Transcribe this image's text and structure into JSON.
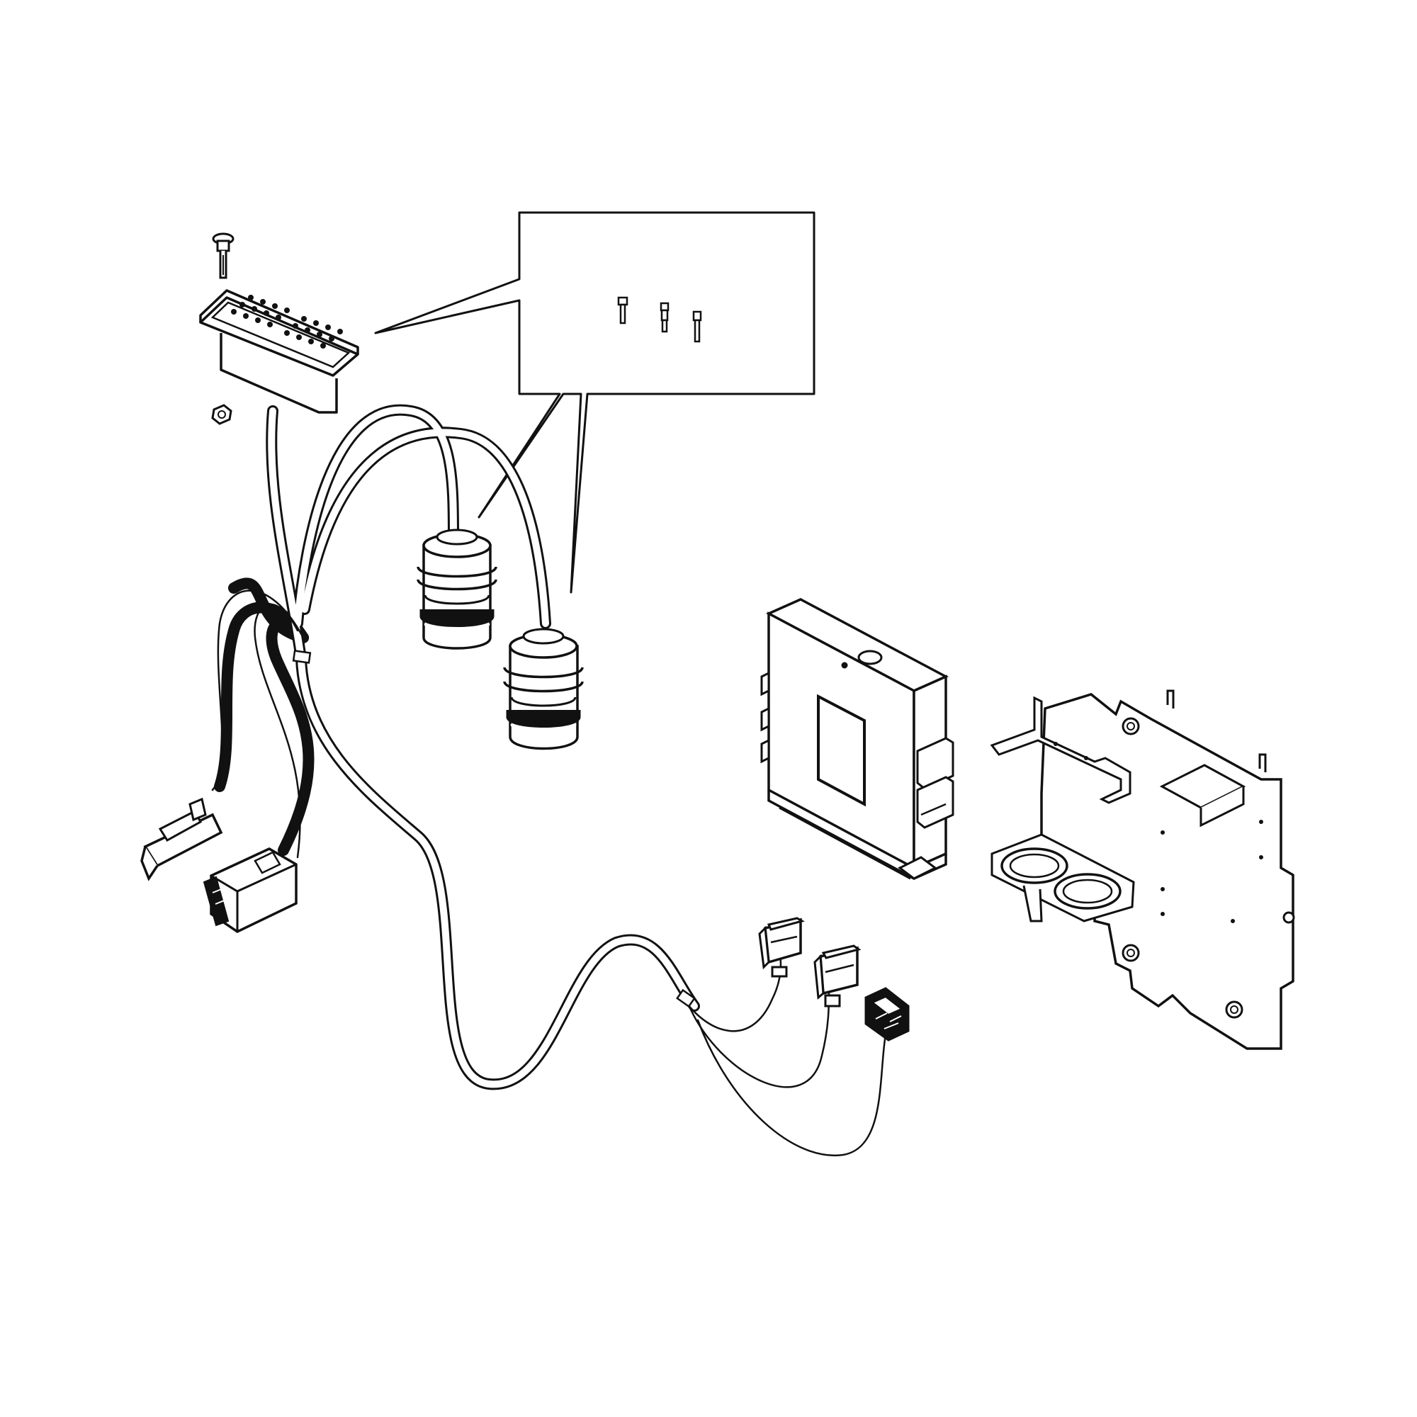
{
  "diagram": {
    "colors": {
      "line": "#111111",
      "background": "#ffffff"
    },
    "components": [
      {
        "id": "header-connector",
        "icon": "multi-pin-connector-icon"
      },
      {
        "id": "callout-box",
        "icon": "terminal-pins-icon"
      },
      {
        "id": "round-plug-1",
        "icon": "round-connector-icon"
      },
      {
        "id": "round-plug-2",
        "icon": "round-connector-icon"
      },
      {
        "id": "ecu-module",
        "icon": "control-unit-icon"
      },
      {
        "id": "mounting-bracket",
        "icon": "bracket-plate-icon"
      },
      {
        "id": "plug-small-left",
        "icon": "plug-connector-icon"
      },
      {
        "id": "plug-small-right",
        "icon": "plug-connector-icon"
      },
      {
        "id": "harness-plug-a",
        "icon": "plug-connector-icon"
      },
      {
        "id": "harness-plug-b",
        "icon": "plug-connector-icon"
      },
      {
        "id": "harness-plug-c",
        "icon": "plug-connector-icon"
      }
    ]
  }
}
